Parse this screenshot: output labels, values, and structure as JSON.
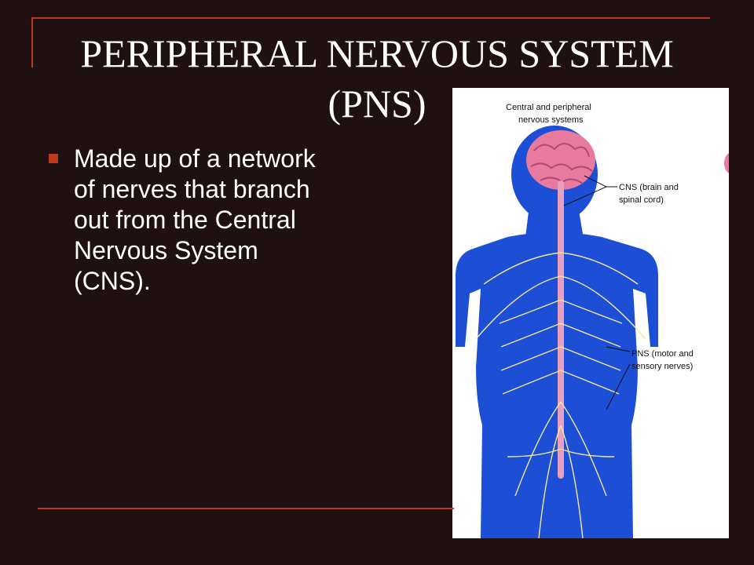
{
  "slide": {
    "title_line1": "PERIPHERAL NERVOUS SYSTEM",
    "title_line2": "(PNS)",
    "bullet": "Made up of a network of nerves that branch out from the Central Nervous System (CNS).",
    "accent_color": "#c0391f",
    "background_color": "#1f1011"
  },
  "figure": {
    "caption_line1": "Central and peripheral",
    "caption_line2": "nervous systems",
    "cns_label_line1": "CNS (brain and",
    "cns_label_line2": "spinal cord)",
    "pns_label_line1": "PNS (motor and",
    "pns_label_line2": "sensory nerves)",
    "body_color": "#1d4fd6",
    "brain_color": "#e87aa0",
    "nerve_color": "#f2e9a0"
  }
}
